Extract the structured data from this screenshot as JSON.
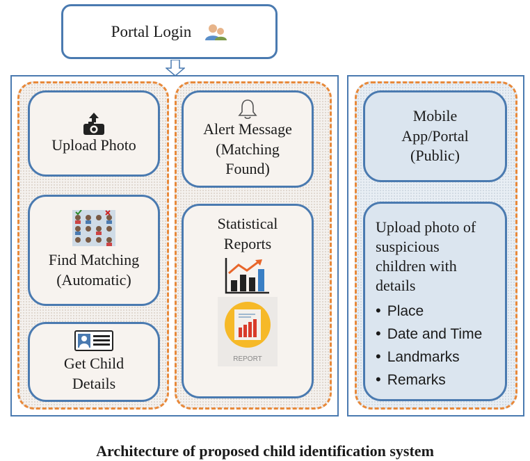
{
  "portal": {
    "label": "Portal Login",
    "icon": "user-login-icon"
  },
  "columns": {
    "left": {
      "upload": {
        "label": "Upload Photo",
        "icon": "camera-upload-icon"
      },
      "find": {
        "line1": "Find Matching",
        "line2": "(Automatic)",
        "icon": "face-grid-icon"
      },
      "child": {
        "line1": "Get Child",
        "line2": "Details",
        "icon": "id-card-icon"
      }
    },
    "middle": {
      "alert": {
        "line1": "Alert Message",
        "line2": "(Matching",
        "line3": "Found)",
        "icon": "bell-icon"
      },
      "stats": {
        "line1": "Statistical",
        "line2": "Reports",
        "icons": [
          "bar-chart-trend-icon",
          "report-icon"
        ],
        "report_tag": "REPORT"
      }
    },
    "right": {
      "mobile": {
        "line1": "Mobile",
        "line2": "App/Portal",
        "line3": "(Public)"
      },
      "upload": {
        "line1": "Upload photo of",
        "line2": "suspicious",
        "line3": "children with",
        "line4": "details",
        "bullets": [
          "Place",
          "Date and Time",
          "Landmarks",
          "Remarks"
        ]
      }
    }
  },
  "colors": {
    "border_blue": "#4a7ab0",
    "dash_orange": "#e8893a",
    "tan_fill": "#f4f1ee",
    "blue_fill": "#dbe5ef"
  },
  "caption": "Architecture of proposed child identification system"
}
